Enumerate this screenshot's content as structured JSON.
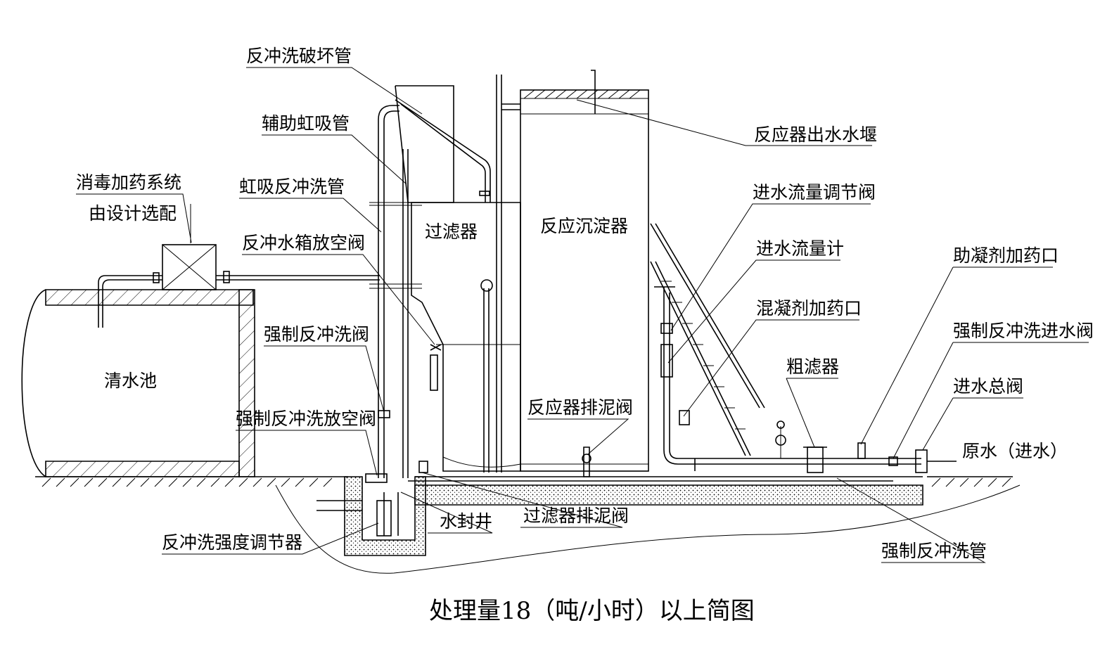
{
  "title": "处理量18（吨/小时）以上简图",
  "labels": {
    "backwash_break_pipe": "反冲洗破坏管",
    "aux_siphon_pipe": "辅助虹吸管",
    "disinfection_line1": "消毒加药系统",
    "disinfection_line2": "由设计选配",
    "siphon_backwash_pipe": "虹吸反冲洗管",
    "tank_drain_valve": "反冲水箱放空阀",
    "forced_backwash_valve": "强制反冲洗阀",
    "clear_water_tank": "清水池",
    "forced_backwash_drain_valve": "强制反冲洗放空阀",
    "backwash_intensity_regulator": "反冲洗强度调节器",
    "water_seal_well": "水封井",
    "filter_sludge_valve": "过滤器排泥阀",
    "filter": "过滤器",
    "reactor_settler": "反应沉淀器",
    "reactor_sludge_valve": "反应器排泥阀",
    "reactor_outlet_weir": "反应器出水水堰",
    "inlet_flow_valve": "进水流量调节阀",
    "inlet_flowmeter": "进水流量计",
    "coagulant_port": "混凝剂加药口",
    "coagulant_aid_port": "助凝剂加药口",
    "coarse_filter": "粗滤器",
    "forced_backwash_inlet_valve": "强制反冲洗进水阀",
    "main_inlet_valve": "进水总阀",
    "raw_water": "原水（进水）",
    "forced_backwash_pipe": "强制反冲洗管"
  }
}
